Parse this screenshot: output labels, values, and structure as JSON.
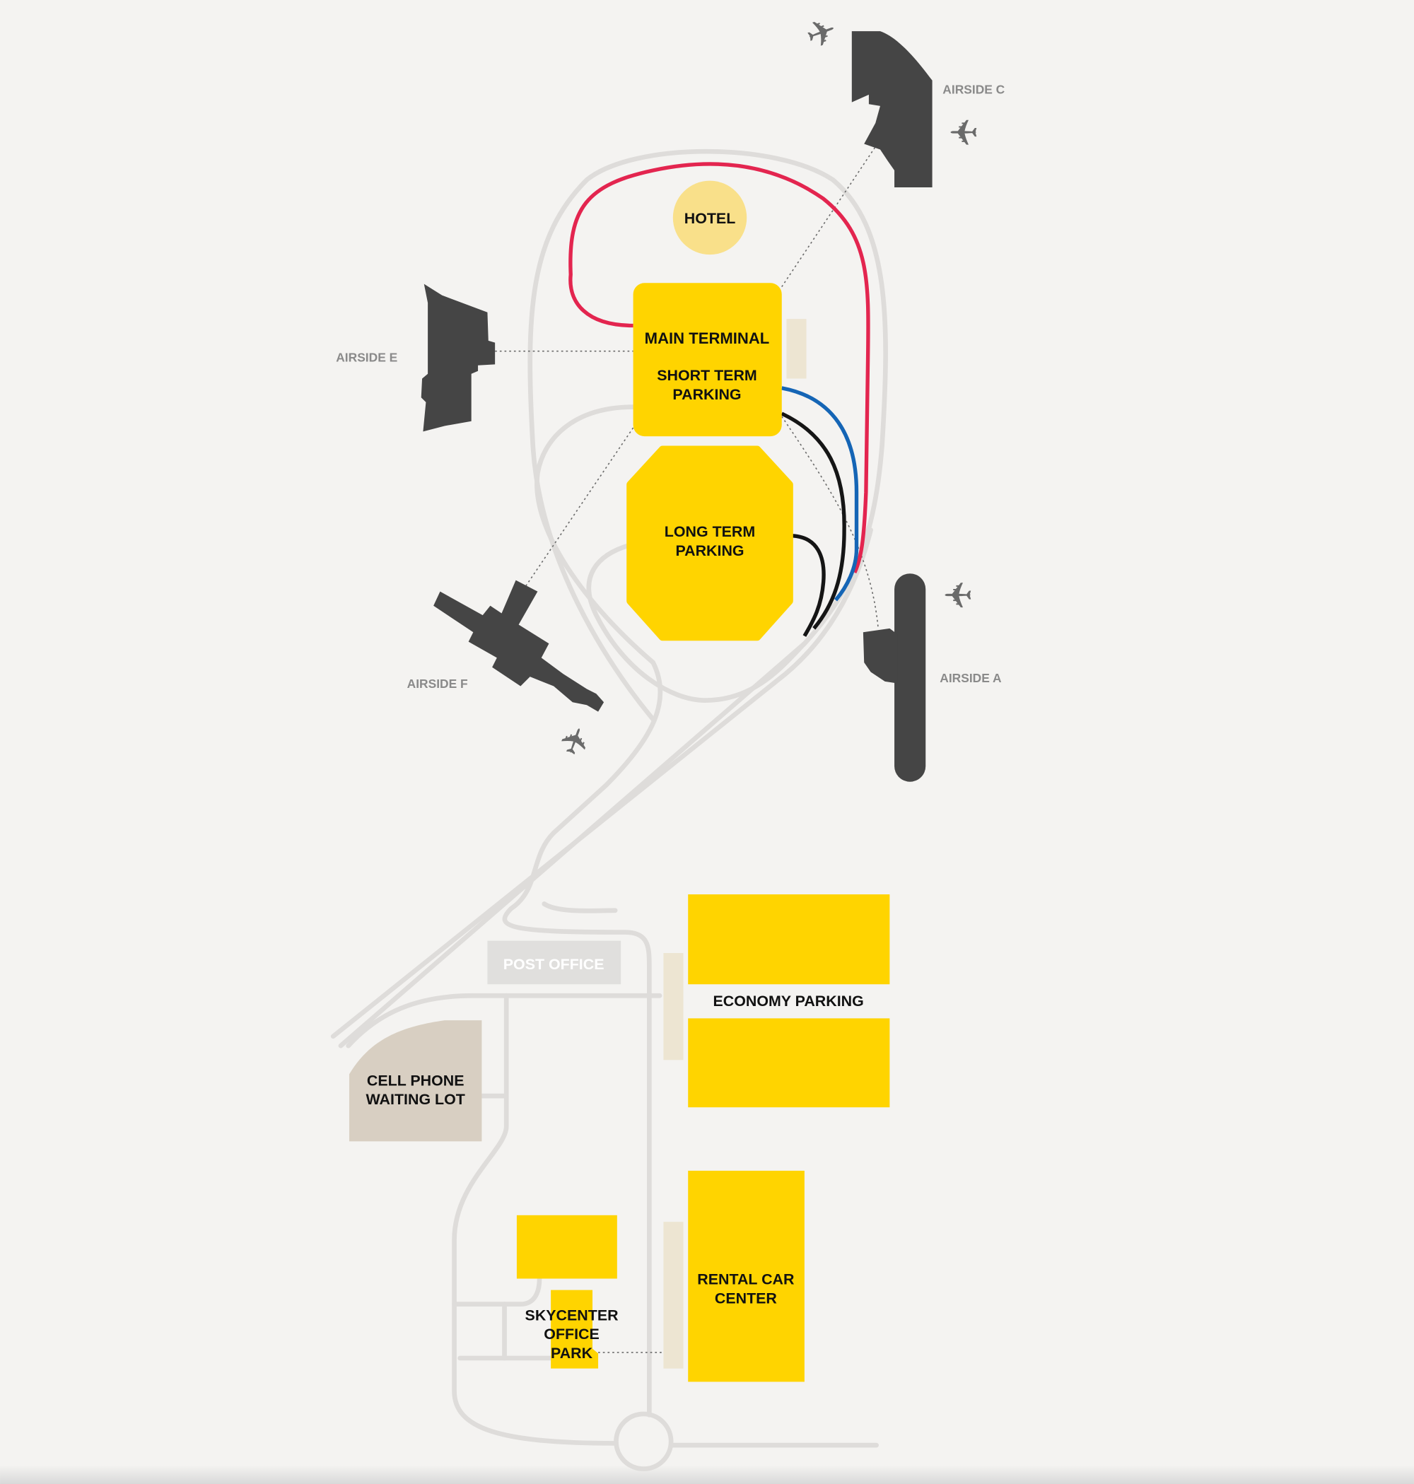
{
  "colors": {
    "parking": "#ffd400",
    "hotel": "#f9e08a",
    "building": "#454545",
    "red_route": "#e3254f",
    "blue_route": "#1565b5",
    "black_route": "#151515",
    "road": "#dedcda",
    "cell_lot": "#d8cfc2",
    "post_office": "#e0dfdd"
  },
  "labels": {
    "hotel": "HOTEL",
    "main_terminal": "MAIN TERMINAL",
    "short_term": [
      "SHORT TERM",
      "PARKING"
    ],
    "long_term": [
      "LONG TERM",
      "PARKING"
    ],
    "economy": "ECONOMY PARKING",
    "rental": [
      "RENTAL CAR",
      "CENTER"
    ],
    "skycenter": [
      "SKYCENTER",
      "OFFICE",
      "PARK"
    ],
    "cell": [
      "CELL PHONE",
      "WAITING LOT"
    ],
    "post_office": "POST OFFICE",
    "airside_a": "AIRSIDE A",
    "airside_c": "AIRSIDE C",
    "airside_e": "AIRSIDE E",
    "airside_f": "AIRSIDE F"
  },
  "icons": {
    "plane": "✈"
  }
}
